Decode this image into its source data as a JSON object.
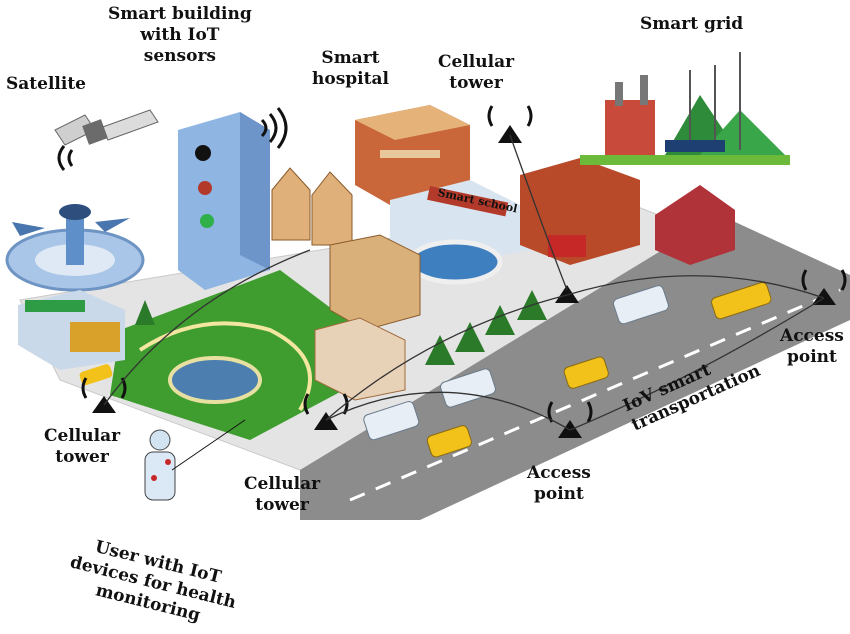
{
  "labels": {
    "satellite": "Satellite",
    "smart_building": [
      "Smart building",
      "with IoT",
      "sensors"
    ],
    "smart_hospital": [
      "Smart",
      "hospital"
    ],
    "cellular_tower_top": [
      "Cellular",
      "tower"
    ],
    "smart_grid": "Smart grid",
    "smart_school": "Smart school",
    "cellular_tower_left": [
      "Cellular",
      "tower"
    ],
    "cellular_tower_bottom": [
      "Cellular",
      "tower"
    ],
    "access_point_right": [
      "Access",
      "point"
    ],
    "access_point_bottom": [
      "Access",
      "point"
    ],
    "iov": [
      "IoV smart",
      "transportation"
    ],
    "user": [
      "User with IoT",
      "devices for health",
      "monitoring"
    ]
  },
  "colors": {
    "road": "#8c8c8c",
    "road_line": "#ffffff",
    "grass": "#3f9d2f",
    "ground": "#d8d8d8",
    "building_blue": "#8fb5e3",
    "brick": "#b84a2a",
    "car_yellow": "#f2c21a",
    "bus_white": "#e8eef5"
  }
}
